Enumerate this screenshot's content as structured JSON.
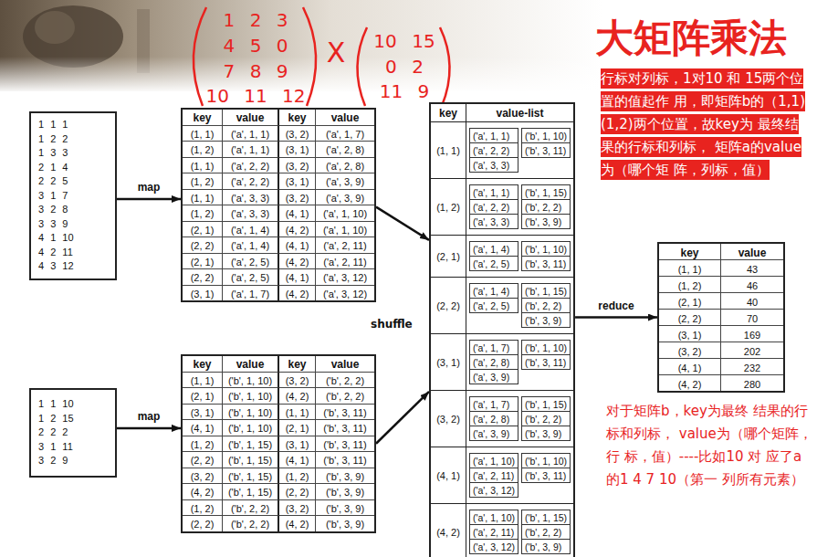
{
  "diagram": {
    "title": "大矩阵乘法",
    "nodes": [
      {
        "text": [
          "1 1 1",
          "1 2 2",
          "1 3 3",
          "2 1 4",
          "2 2 5",
          "3 1 7",
          "3 2 8",
          "3 3 9",
          "4 1 10",
          "4 2 11",
          "4 3 12"
        ]
      },
      {
        "text": [
          "key",
          "value",
          "key",
          "value",
          "(1, 1)",
          "('a', 1, 1)",
          "(3, 2)",
          "('a', 1, 7)",
          "(1, 2)",
          "('a', 1, 1)",
          "(3, 1)",
          "('a', 2, 8)",
          "(1, 1)",
          "('a', 2, 2)",
          "(3, 2)",
          "('a', 2, 8)",
          "(1, 2)",
          "('a', 2, 2)",
          "(3, 1)",
          "('a', 3, 9)",
          "(1, 1)",
          "('a', 3, 3)",
          "(3, 2)",
          "('a', 3, 9)",
          "(1, 2)",
          "('a', 3, 3)",
          "(4, 1)",
          "('a', 1, 10)",
          "(2, 1)",
          "('a', 1, 4)",
          "(4, 2)",
          "('a', 1, 10)",
          "(2, 2)",
          "('a', 1, 4)",
          "(4, 1)",
          "('a', 2, 11)",
          "(2, 1)",
          "('a', 2, 5)",
          "(4, 2)",
          "('a', 2, 11)",
          "(2, 2)",
          "('a', 2, 5)",
          "(4, 1)",
          "('a', 3, 12)",
          "(3, 1)",
          "('a', 1, 7)",
          "(4, 2)",
          "('a', 3, 12)"
        ]
      },
      {
        "text": [
          "1 1 10",
          "1 2 15",
          "2 2 2",
          "3 1 11",
          "3 2 9"
        ]
      },
      {
        "text": [
          "key",
          "value",
          "key",
          "value",
          "(1, 1)",
          "('b', 1, 10)",
          "(3, 2)",
          "('b', 2, 2)",
          "(2, 1)",
          "('b', 1, 10)",
          "(4, 2)",
          "('b', 2, 2)",
          "(3, 1)",
          "('b', 1, 10)",
          "(1, 1)",
          "('b', 3, 11)",
          "(4, 1)",
          "('b', 1, 10)",
          "(2, 1)",
          "('b', 3, 11)",
          "(1, 2)",
          "('b', 1, 15)",
          "(3, 1)",
          "('b', 3, 11)",
          "(2, 2)",
          "('b', 1, 15)",
          "(4, 1)",
          "('b', 3, 11)",
          "(3, 2)",
          "('b', 1, 15)",
          "(1, 2)",
          "('b', 3, 9)",
          "(4, 2)",
          "('b', 1, 15)",
          "(2, 2)",
          "('b', 3, 9)",
          "(1, 2)",
          "('b', 2, 2)",
          "(3, 2)",
          "('b', 3, 9)",
          "(2, 2)",
          "('b', 2, 2)",
          "(4, 2)",
          "('b', 3, 9)"
        ]
      },
      {
        "text": [
          "key",
          "value-list",
          "(1, 1)",
          "('a', 1, 1)",
          "('b', 1, 10)",
          "('a', 2, 2)",
          "('b', 3, 11)",
          "('a', 3, 3)",
          "(1, 2)",
          "('a', 1, 1)",
          "('b', 1, 15)",
          "('a', 2, 2)",
          "('b', 2, 2)",
          "('a', 3, 3)",
          "('b', 3, 9)",
          "(2, 1)",
          "('a', 1, 4)",
          "('b', 1, 10)",
          "('a', 2, 5)",
          "('b', 3, 11)",
          "(2, 2)",
          "('a', 1, 4)",
          "('b', 1, 15)",
          "('a', 2, 5)",
          "('b', 2, 2)",
          "('b', 3, 9)",
          "(3, 1)",
          "('a', 1, 7)",
          "('b', 1, 10)",
          "('a', 2, 8)",
          "('b', 3, 11)",
          "('a', 3, 9)",
          "(3, 2)",
          "('a', 1, 7)",
          "('b', 1, 15)",
          "('a', 2, 8)",
          "('b', 2, 2)",
          "('a', 3, 9)",
          "('b', 3, 9)",
          "(4, 1)",
          "('a', 1, 10)",
          "('b', 1, 10)",
          "('a', 2, 11)",
          "('b', 3, 11)",
          "('a', 3, 12)",
          "(4, 2)",
          "('a', 1, 10)",
          "('b', 1, 15)",
          "('a', 2, 11)",
          "('b', 2, 2)",
          "('a', 3, 12)",
          "('b', 3, 9)"
        ]
      },
      {
        "text": [
          "key",
          "value",
          "(1, 1)",
          "43",
          "(1, 2)",
          "46",
          "(2, 1)",
          "40",
          "(2, 2)",
          "70",
          "(3, 1)",
          "169",
          "(3, 2)",
          "202",
          "(4, 1)",
          "232",
          "(4, 2)",
          "280"
        ]
      }
    ],
    "edges": [
      {
        "from": 0,
        "to": 1,
        "arrow": "to",
        "label": "map"
      },
      {
        "from": 2,
        "to": 3,
        "arrow": "to",
        "label": "map"
      },
      {
        "from": 1,
        "to": 4,
        "arrow": "to"
      },
      {
        "from": 3,
        "to": 4,
        "arrow": "to"
      },
      {
        "from": 4,
        "to": 5,
        "arrow": "to",
        "label": "reduce"
      }
    ],
    "labels": [
      "1 2 3",
      "4 5 0",
      "7 8 9",
      "10 11 12",
      "X",
      "10 15",
      "0 2",
      "11 9",
      "shuffle",
      "行标对列标，1对10 和 15两个位置的值起作 用，即矩阵b的（1,1) (1,2)两个位置，故key为 最终结果的行标和列标， 矩阵a的value为（哪个矩 阵，列标，值）",
      "对于矩阵b，key为最终 结果的行标和列标， value为（哪个矩阵，行 标，值）----比如10 对 应了a的1 4 7 10（第一 列所有元素）"
    ]
  }
}
